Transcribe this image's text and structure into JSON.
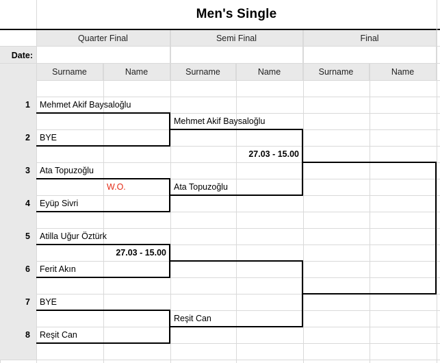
{
  "title": "Men's Single",
  "rounds": [
    {
      "label": "Quarter Final"
    },
    {
      "label": "Semi Final"
    },
    {
      "label": "Final"
    }
  ],
  "date_label": "Date:",
  "date_values": [
    "",
    "",
    ""
  ],
  "column_headers": [
    "Surname",
    "Name",
    "Surname",
    "Name",
    "Surname",
    "Name"
  ],
  "seeds": [
    "1",
    "2",
    "3",
    "4",
    "5",
    "6",
    "7",
    "8"
  ],
  "colors": {
    "header_gray": "#e9e9e9",
    "grid_line": "#d9d9d9",
    "bracket_line": "#000000",
    "walkover_red": "#e32b16"
  },
  "quarter_final": {
    "players": [
      "Mehmet Akif Baysaloğlu",
      "BYE",
      "Ata Topuzoğlu",
      "Eyüp Sivri",
      "Atilla Uğur Öztürk",
      "Ferit Akın",
      "BYE",
      "Reşit Can"
    ],
    "annotations": [
      {
        "text": "",
        "kind": "none"
      },
      {
        "text": "W.O.",
        "kind": "walkover"
      },
      {
        "text": "27.03 - 15.00",
        "kind": "schedule"
      },
      {
        "text": "",
        "kind": "none"
      }
    ]
  },
  "semi_final": {
    "winners": [
      "Mehmet Akif Baysaloğlu",
      "Ata Topuzoğlu",
      "",
      "Reşit Can"
    ],
    "annotations": [
      {
        "text": "27.03 - 15.00",
        "kind": "schedule"
      },
      {
        "text": "",
        "kind": "none"
      }
    ]
  },
  "final": {
    "winner_surname": "",
    "winner_name": "",
    "annotation": ""
  }
}
